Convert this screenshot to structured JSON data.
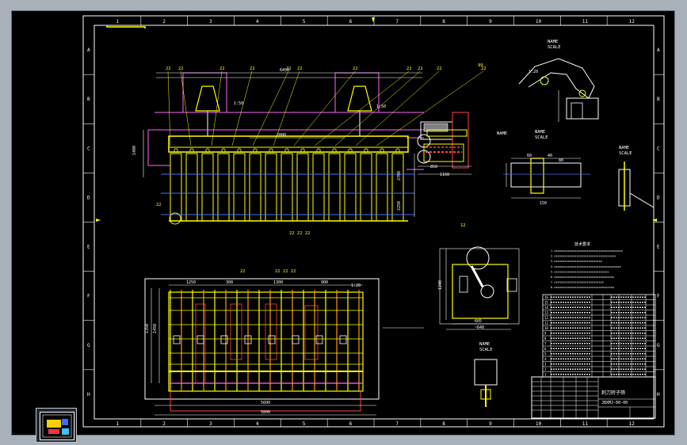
{
  "frame": {
    "columns": [
      "1",
      "2",
      "3",
      "4",
      "5",
      "6",
      "7",
      "8",
      "9",
      "10",
      "11",
      "12"
    ],
    "rows": [
      "A",
      "B",
      "C",
      "D",
      "E",
      "F",
      "G",
      "H"
    ]
  },
  "balloons": [
    "22",
    "22",
    "22",
    "22",
    "22",
    "22",
    "22",
    "22",
    "22",
    "22",
    "22",
    "22",
    "99"
  ],
  "plan_balloons": [
    "22",
    "22 22 22"
  ],
  "dims": {
    "overall_top": "6450",
    "center": "2000",
    "left_height": "1400",
    "right_a": "850",
    "right_b": "1160",
    "right_c": "2700",
    "right_d": "2250",
    "plan_top": [
      "1250",
      "300",
      "1300",
      "900"
    ],
    "plan_left": [
      "1350",
      "1450"
    ],
    "plan_bottom_a": "5600",
    "plan_bottom_b": "5800",
    "detail_height": "1240",
    "detail_w1": "605",
    "detail_w2": "~640",
    "section_w": "150",
    "section_h": [
      "60",
      "40",
      "80"
    ]
  },
  "callouts": [
    "1:50",
    "1:50",
    "1:20",
    "1:20"
  ],
  "views": {
    "name": "NAME",
    "scale": "SCALE"
  },
  "detail_label": "12",
  "notes": {
    "title": "技术要求",
    "lines": [
      "1.xxxxxxxxxxxxxxxxxxxxxxxxxxxxxxxxxxxxxxxx",
      "2.xxxxxxxxxxxxxxxxxxxxxxxxxxxxxxxxxxxx",
      "3.xxxxxxxxxxxxxxxxxxxxxxxxxxxx",
      "4.xxxxxxxxxxxxxxxxxxxxxxxxxxxxxxxxxxxxxxx",
      "5.xxxxxxxxxxxxxxxxxxxxxxxxxxxxxxxx",
      "6.xxxxxxxxxxxxxxxxxxxxxxxxxxxxxxxxxxx",
      "7.xxxxxxxxxxxxxxxxxxxxxxxxxxxxx",
      "8.xxxxxxxxxxxxxxxxxxxxxxxxxxxxxxxxxxx"
    ]
  },
  "bom": {
    "rows": [
      [
        "16",
        "",
        ""
      ],
      [
        "15",
        "",
        ""
      ],
      [
        "14",
        "",
        ""
      ],
      [
        "13",
        "",
        ""
      ],
      [
        "12",
        "",
        ""
      ],
      [
        "11",
        "",
        ""
      ],
      [
        "10",
        "",
        ""
      ],
      [
        "9",
        "",
        ""
      ],
      [
        "8",
        "",
        ""
      ],
      [
        "7",
        "",
        ""
      ],
      [
        "6",
        "",
        ""
      ],
      [
        "5",
        "",
        ""
      ],
      [
        "4",
        "",
        ""
      ],
      [
        "3",
        "",
        ""
      ],
      [
        "2",
        "",
        ""
      ],
      [
        "1",
        "",
        ""
      ]
    ]
  },
  "titleblock": {
    "title": "刺刀转子筛",
    "drawing_no": "JBXMJ-00-00"
  }
}
